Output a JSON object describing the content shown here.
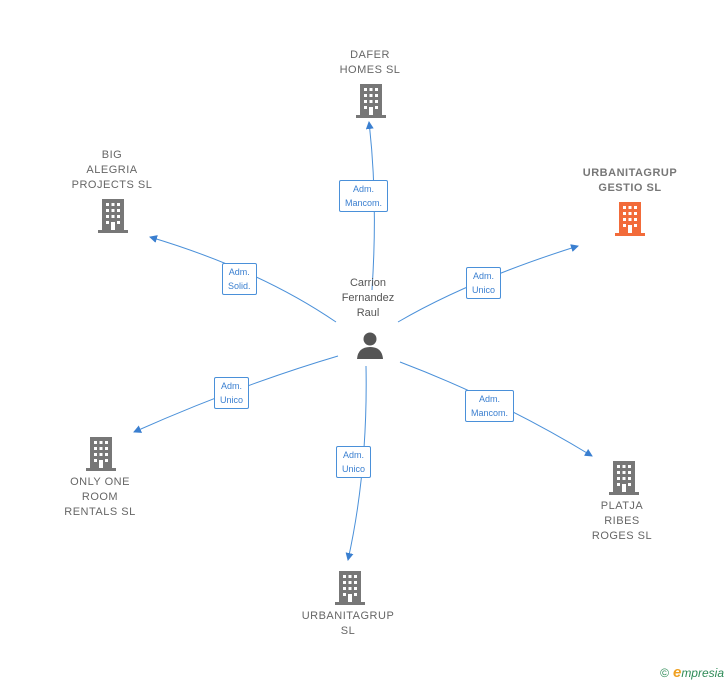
{
  "center": {
    "name": "Carrion\nFernandez\nRaul",
    "icon": "person-icon"
  },
  "companies": [
    {
      "id": "dafer",
      "name": "DAFER\nHOMES  SL",
      "role": "Adm.\nMancom.",
      "highlight": false
    },
    {
      "id": "big",
      "name": "BIG\nALEGRIA\nPROJECTS  SL",
      "role": "Adm.\nSolid.",
      "highlight": false
    },
    {
      "id": "urbgestio",
      "name": "URBANITAGRUP\nGESTIO  SL",
      "role": "Adm.\nUnico",
      "highlight": true
    },
    {
      "id": "onlyone",
      "name": "ONLY ONE\nROOM\nRENTALS  SL",
      "role": "Adm.\nUnico",
      "highlight": false
    },
    {
      "id": "urbsl",
      "name": "URBANITAGRUP\nSL",
      "role": "Adm.\nUnico",
      "highlight": false
    },
    {
      "id": "platja",
      "name": "PLATJA\nRIBES\nROGES  SL",
      "role": "Adm.\nMancom.",
      "highlight": false
    }
  ],
  "colors": {
    "building": "#777777",
    "highlight": "#f26b3a",
    "edge": "#4a90d9",
    "person": "#555555"
  },
  "footer": {
    "copyright": "©",
    "brand_initial": "e",
    "brand_rest": "mpresia"
  }
}
